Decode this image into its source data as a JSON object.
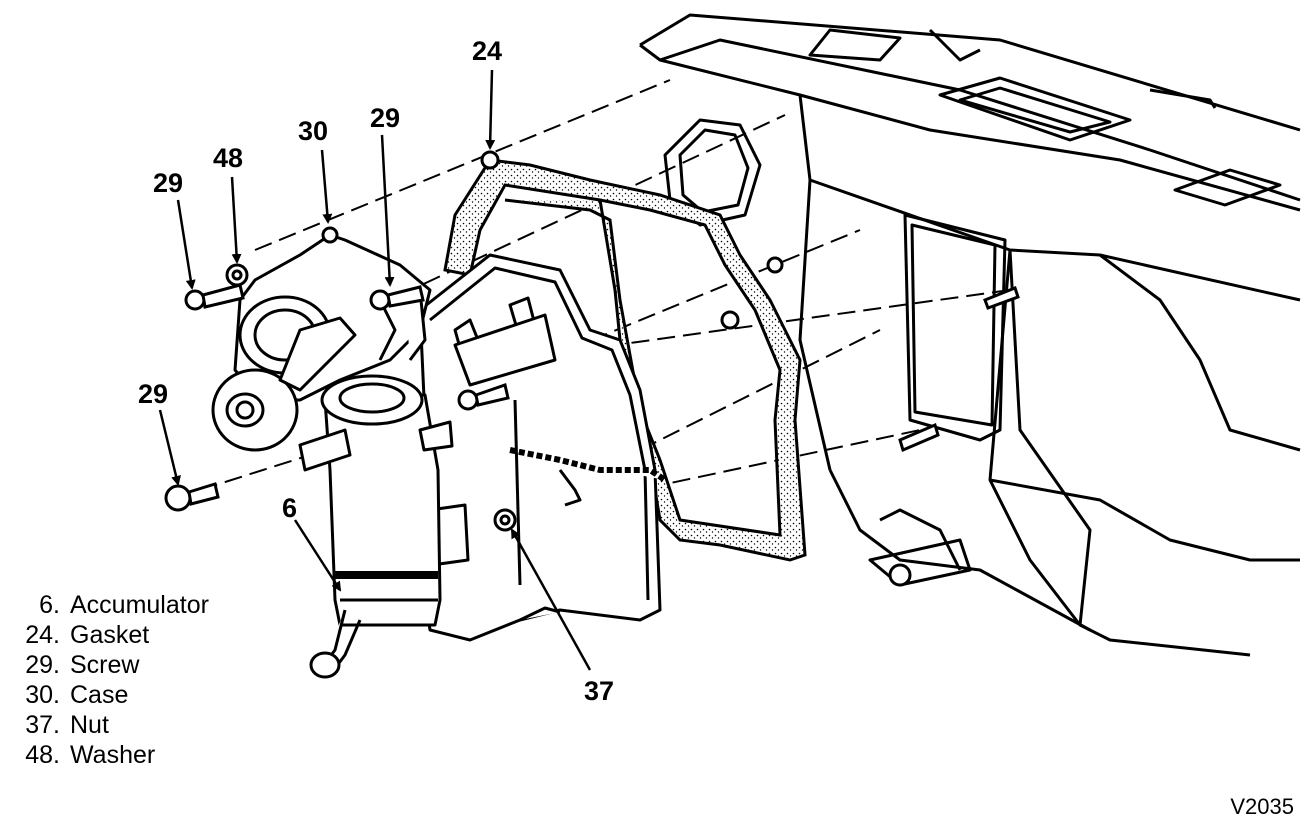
{
  "callouts": [
    {
      "id": "c24",
      "text": "24"
    },
    {
      "id": "c30",
      "text": "30"
    },
    {
      "id": "c29a",
      "text": "29"
    },
    {
      "id": "c48",
      "text": "48"
    },
    {
      "id": "c29b",
      "text": "29"
    },
    {
      "id": "c29c",
      "text": "29"
    },
    {
      "id": "c6",
      "text": "6"
    },
    {
      "id": "c37",
      "text": "37"
    }
  ],
  "legend": [
    {
      "num": "6.",
      "label": "Accumulator"
    },
    {
      "num": "24.",
      "label": "Gasket"
    },
    {
      "num": "29.",
      "label": "Screw"
    },
    {
      "num": "30.",
      "label": "Case"
    },
    {
      "num": "37.",
      "label": "Nut"
    },
    {
      "num": "48.",
      "label": "Washer"
    }
  ],
  "figure_id": "V2035"
}
